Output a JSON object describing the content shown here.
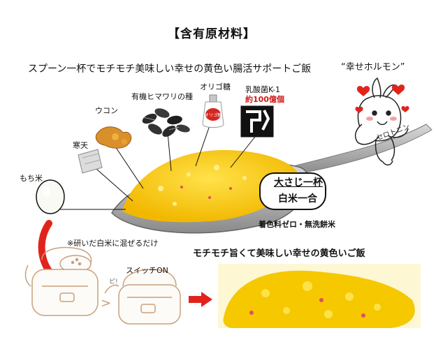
{
  "title": "【含有原材料】",
  "subtitle": "スプーン一杯でモチモチ美味しい幸せの黄色い腸活サポートご飯",
  "hormone": {
    "label": "“幸せホルモン”",
    "text": "セロトニン"
  },
  "ingredients": {
    "mochi": "もち米",
    "kanten": "寒天",
    "ukon": "ウコン",
    "himawari": "有機ヒマワリの種",
    "oligo": "オリゴ糖",
    "oligo_bottle": "オリゴ糖",
    "nyusan": "乳酸菌K-1",
    "nyusan_count": "約100億個"
  },
  "spoon": {
    "line1": "大さじ一杯",
    "line2": "白米一合"
  },
  "note_no_color": "着色料ゼロ・無洗餅米",
  "note_mix": "※研いだ白米に混ぜるだけ",
  "switch_label": "スイッチON",
  "pi_label": "ピ!",
  "result_label": "モチモチ旨くて美味しい幸せの黄色いご飯",
  "colors": {
    "rice_yellow": "#f5c800",
    "rice_light": "#ffe24a",
    "arrow_red": "#e0241c",
    "heart_red": "#e0241c",
    "bottle_red": "#d7261e",
    "turmeric": "#d9902a",
    "spoon_grey": "#a9a9a9"
  },
  "icons": [
    "rice-cooker-icon",
    "arrow-icon",
    "heart-icon",
    "sunflower-seed-icon",
    "oligo-bottle-icon",
    "turmeric-icon",
    "agar-icon",
    "lactobacillus-icon",
    "mochi-rice-icon",
    "spoon-icon"
  ]
}
